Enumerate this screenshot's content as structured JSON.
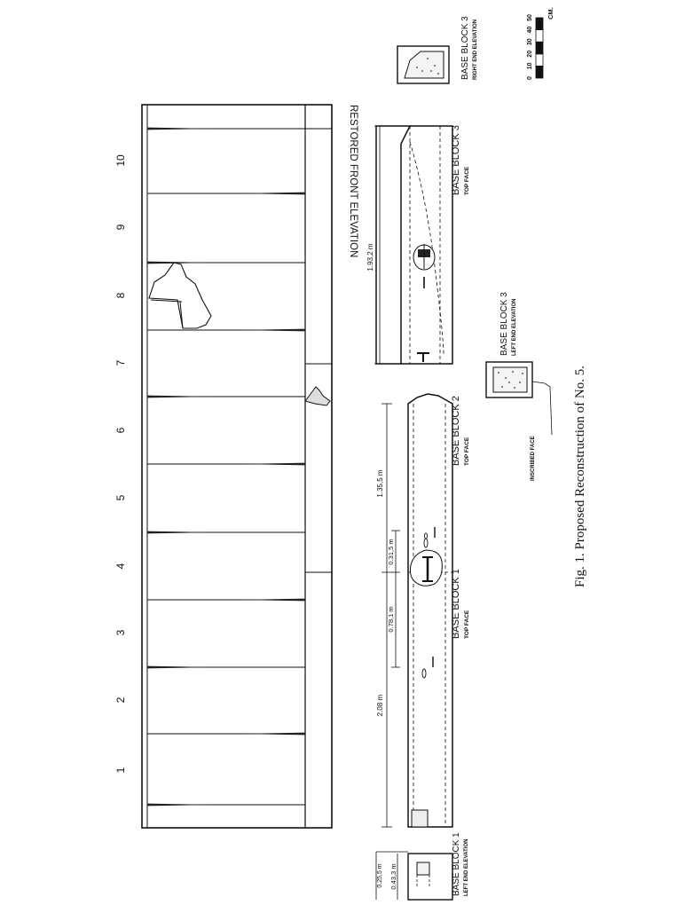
{
  "caption": "Fig. 1. Proposed Reconstruction of No. 5.",
  "elevation": {
    "title": "RESTORED FRONT ELEVATION",
    "panel_numbers": [
      "1",
      "2",
      "3",
      "4",
      "5",
      "6",
      "7",
      "8",
      "9",
      "10"
    ]
  },
  "blocks": {
    "block1_top": {
      "title": "BASE BLOCK 1",
      "subtitle": "TOP FACE"
    },
    "block2_top": {
      "title": "BASE BLOCK 2",
      "subtitle": "TOP FACE"
    },
    "block3_top": {
      "title": "BASE BLOCK 3",
      "subtitle": "TOP FACE"
    },
    "block1_left": {
      "title": "BASE BLOCK 1",
      "subtitle": "LEFT END ELEVATION"
    },
    "block3_left": {
      "title": "BASE BLOCK 3",
      "subtitle": "LEFT END ELEVATION"
    },
    "block3_right": {
      "title": "BASE BLOCK 3",
      "subtitle": "RIGHT END ELEVATION"
    }
  },
  "dimensions": {
    "block1_length": "2.08 m",
    "block2_length": "1.35,5 m",
    "block3_length": "1.93,2 m",
    "span_a": "0.78,1 m",
    "span_b": "0.31,5 m",
    "width": "0.43,3 m",
    "height": "0.25,5 m"
  },
  "inscribed_face_label": "INSCRIBED FACE",
  "scale": {
    "ticks": [
      "0",
      "10",
      "20",
      "30",
      "40",
      "50"
    ],
    "unit": "CM."
  }
}
